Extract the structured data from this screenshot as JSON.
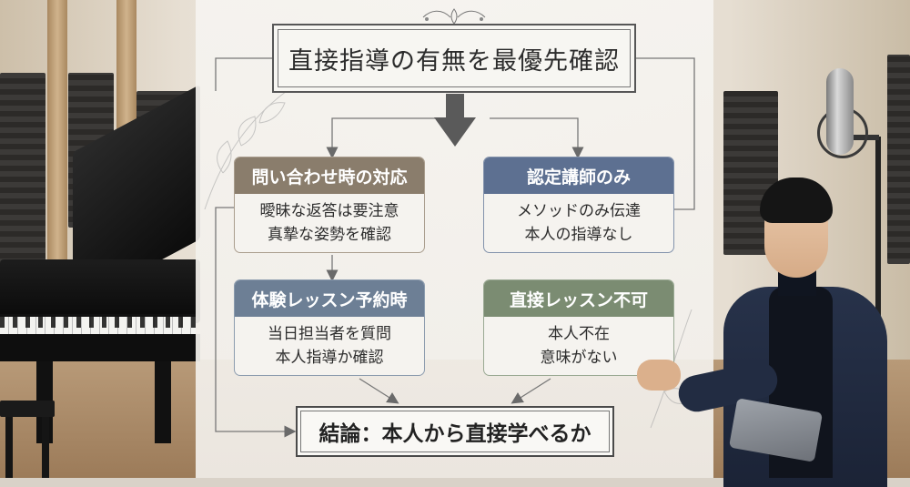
{
  "title": "直接指導の有無を最優先確認",
  "boxes": [
    {
      "header": "問い合わせ時の対応",
      "lines": [
        "曖昧な返答は要注意",
        "真摯な姿勢を確認"
      ]
    },
    {
      "header": "認定講師のみ",
      "lines": [
        "メソッドのみ伝達",
        "本人の指導なし"
      ]
    },
    {
      "header": "体験レッスン予約時",
      "lines": [
        "当日担当者を質問",
        "本人指導か確認"
      ]
    },
    {
      "header": "直接レッスン不可",
      "lines": [
        "本人不在",
        "意味がない"
      ]
    }
  ],
  "conclusion": "結論：本人から直接学べるか",
  "colors": {
    "box1_header": "#8a7d6c",
    "box2_header": "#5d7091",
    "box3_header": "#6d7f95",
    "box4_header": "#7b8c72",
    "frame": "#565656",
    "arrow": "#5a5a5a"
  },
  "icons": [
    "down-arrow-icon",
    "ornament-icon",
    "leaf-icon"
  ]
}
